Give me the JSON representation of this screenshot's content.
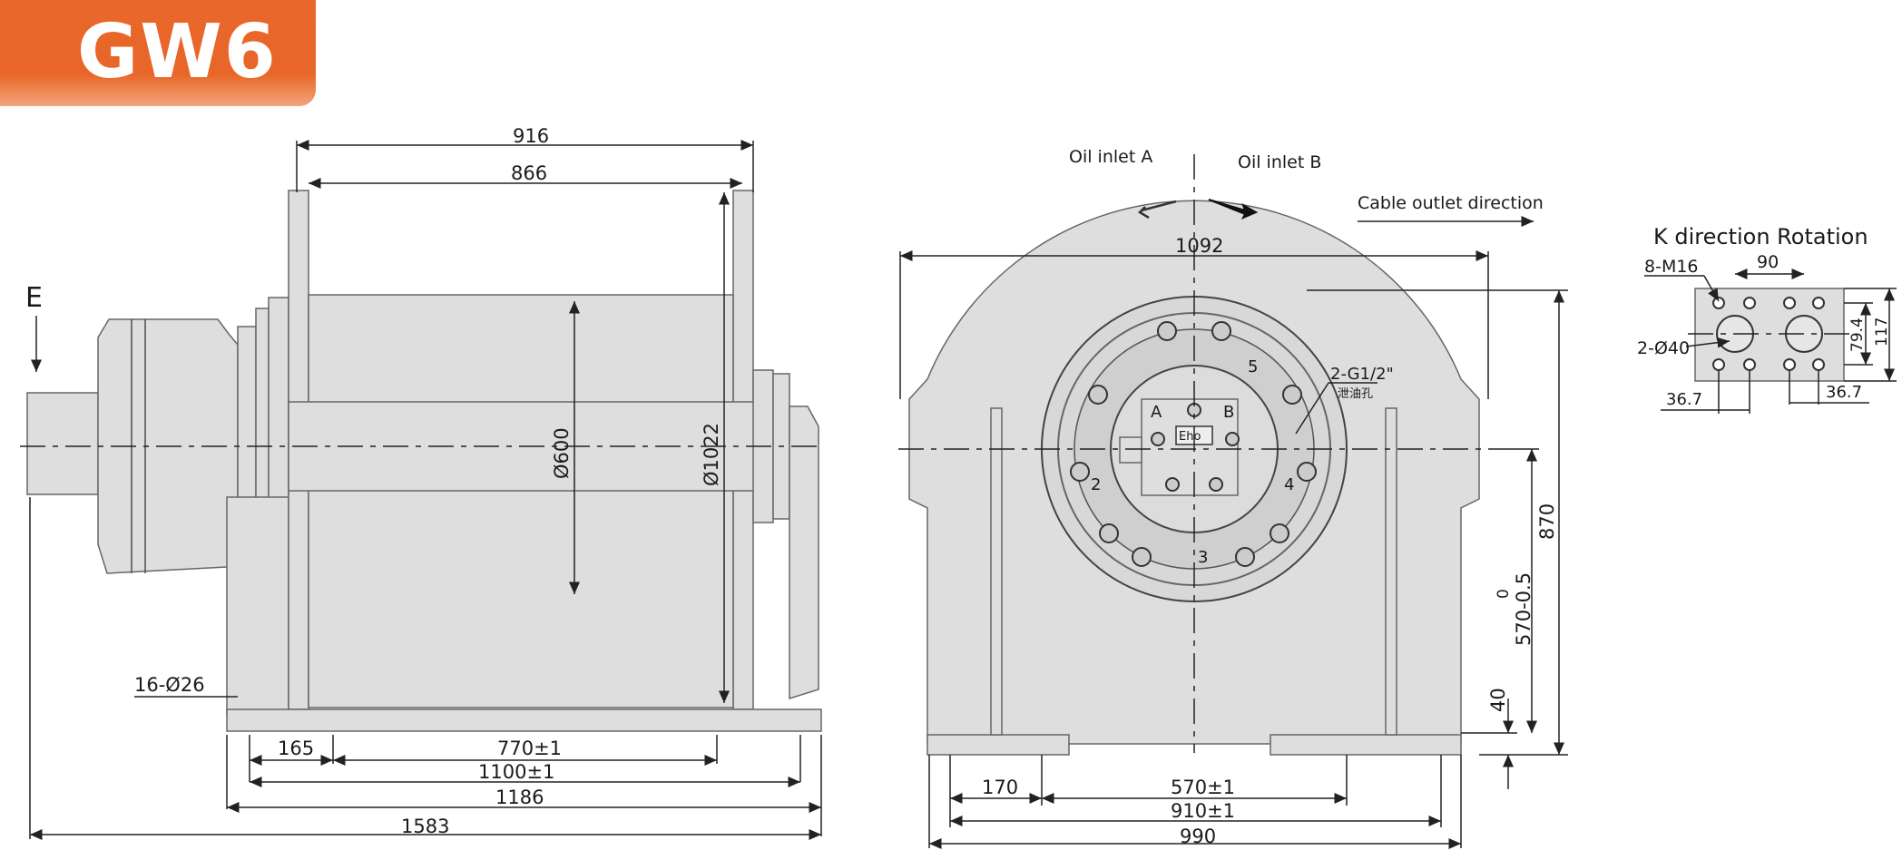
{
  "badge": {
    "model": "GW6"
  },
  "side_view": {
    "view_mark": "E",
    "dims": {
      "d916": "916",
      "d866": "866",
      "d600": "Ø600",
      "d1022": "Ø1022",
      "holes": "16-Ø26",
      "d165": "165",
      "d770": "770±1",
      "d1100": "1100±1",
      "d1186": "1186",
      "d1583": "1583"
    }
  },
  "front_view": {
    "oil_a": "Oil inlet A",
    "oil_b": "Oil inlet B",
    "cable": "Cable outlet direction",
    "port_label": "2-G1/2\"",
    "port_note": "泄油孔",
    "port_a": "A",
    "port_b": "B",
    "motor_mark": "Eho",
    "segments": [
      "2",
      "3",
      "4",
      "5"
    ],
    "dims": {
      "d1092": "1092",
      "d870": "870",
      "tol_upper": "0",
      "d570h": "570-0.5",
      "d40": "40",
      "d170": "170",
      "d570": "570±1",
      "d910": "910±1",
      "d990": "990"
    }
  },
  "k_view": {
    "title": "K direction Rotation",
    "bolts": "8-M16",
    "d90": "90",
    "d40": "2-Ø40",
    "d79": "79.4",
    "d117": "117",
    "d36a": "36.7",
    "d36b": "36.7"
  }
}
